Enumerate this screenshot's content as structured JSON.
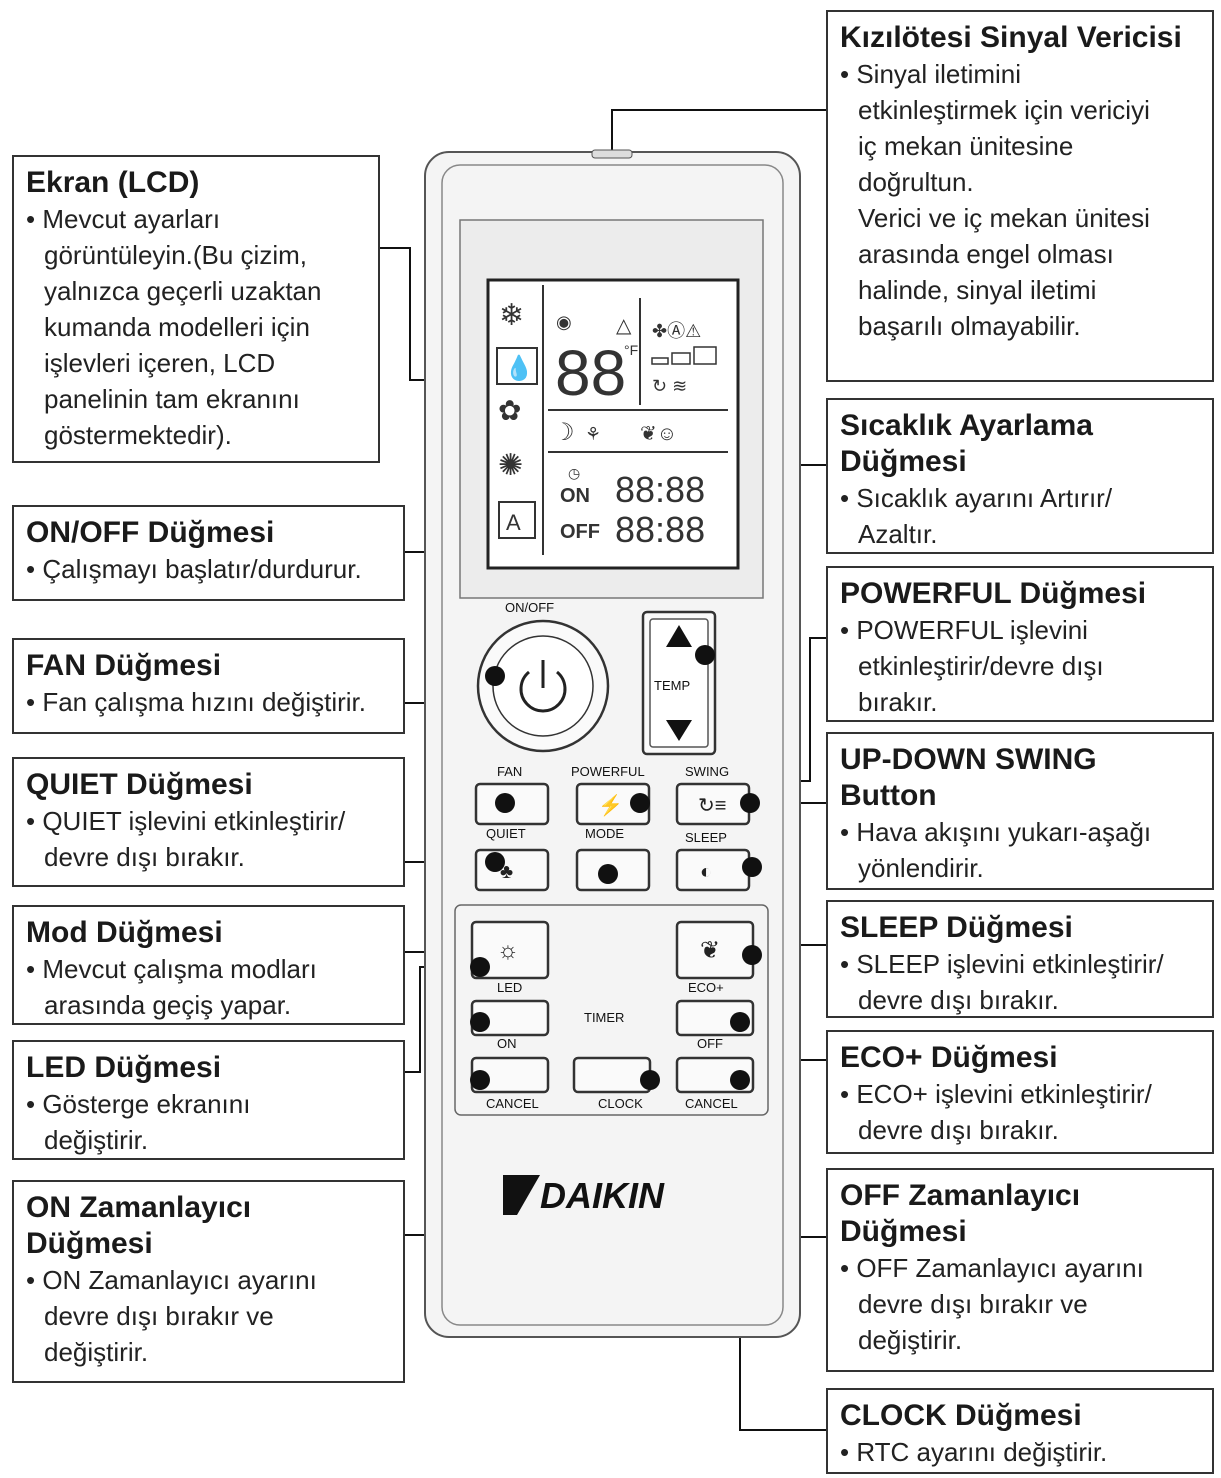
{
  "callouts": {
    "transmitter": {
      "title": "Kızılötesi Sinyal Vericisi",
      "lines": [
        "• Sinyal iletimini",
        "etkinleştirmek için vericiyi",
        "iç mekan ünitesine",
        "doğrultun.",
        "Verici ve iç mekan ünitesi",
        "arasında engel olması",
        "halinde, sinyal iletimi",
        "başarılı olmayabilir."
      ]
    },
    "lcd": {
      "title": "Ekran (LCD)",
      "lines": [
        "• Mevcut ayarları",
        "görüntüleyin.(Bu çizim,",
        "yalnızca geçerli uzaktan",
        "kumanda modelleri için",
        "işlevleri içeren, LCD",
        "panelinin tam ekranını",
        "göstermektedir)."
      ]
    },
    "temp": {
      "title": "Sıcaklık Ayarlama Düğmesi",
      "lines": [
        "• Sıcaklık ayarını Artırır/",
        "Azaltır."
      ]
    },
    "onoff": {
      "title": "ON/OFF Düğmesi",
      "lines": [
        "• Çalışmayı başlatır/durdurur."
      ]
    },
    "powerful": {
      "title": "POWERFUL Düğmesi",
      "lines": [
        "• POWERFUL işlevini",
        "etkinleştirir/devre dışı",
        "bırakır."
      ]
    },
    "fan": {
      "title": "FAN Düğmesi",
      "lines": [
        "• Fan çalışma hızını değiştirir."
      ]
    },
    "swing": {
      "title": "UP-DOWN SWING Button",
      "lines": [
        "• Hava akışını yukarı-aşağı",
        "yönlendirir."
      ]
    },
    "quiet": {
      "title": "QUIET Düğmesi",
      "lines": [
        "• QUIET işlevini etkinleştirir/",
        "devre dışı bırakır."
      ]
    },
    "sleep": {
      "title": "SLEEP Düğmesi",
      "lines": [
        "• SLEEP işlevini etkinleştirir/",
        "devre dışı bırakır."
      ]
    },
    "mode": {
      "title": "Mod Düğmesi",
      "lines": [
        "• Mevcut çalışma modları",
        "arasında geçiş yapar."
      ]
    },
    "eco": {
      "title": "ECO+ Düğmesi",
      "lines": [
        "• ECO+ işlevini etkinleştirir/",
        "devre dışı bırakır."
      ]
    },
    "led": {
      "title": "LED Düğmesi",
      "lines": [
        "• Gösterge ekranını",
        "değiştirir."
      ]
    },
    "ontimer": {
      "title": "ON Zamanlayıcı Düğmesi",
      "lines": [
        "• ON Zamanlayıcı ayarını",
        "devre dışı bırakır ve",
        "değiştirir."
      ]
    },
    "offtimer": {
      "title": "OFF Zamanlayıcı Düğmesi",
      "lines": [
        "• OFF Zamanlayıcı ayarını",
        "devre dışı bırakır ve",
        "değiştirir."
      ]
    },
    "clock": {
      "title": "CLOCK Düğmesi",
      "lines": [
        "• RTC ayarını değiştirir."
      ]
    }
  },
  "remote": {
    "onoff_label": "ON/OFF",
    "temp_label": "TEMP",
    "fan_label": "FAN",
    "powerful_label": "POWERFUL",
    "swing_label": "SWING",
    "quiet_label": "QUIET",
    "mode_label": "MODE",
    "sleep_label": "SLEEP",
    "led_label": "LED",
    "eco_label": "ECO+",
    "timer_label": "TIMER",
    "on_label": "ON",
    "off_label": "OFF",
    "cancel_left_label": "CANCEL",
    "clock_label": "CLOCK",
    "cancel_right_label": "CANCEL",
    "brand": "DAIKIN",
    "lcd_on": "ON",
    "lcd_off": "OFF",
    "lcd_digits": "88:88",
    "lcd_temp": "88"
  }
}
